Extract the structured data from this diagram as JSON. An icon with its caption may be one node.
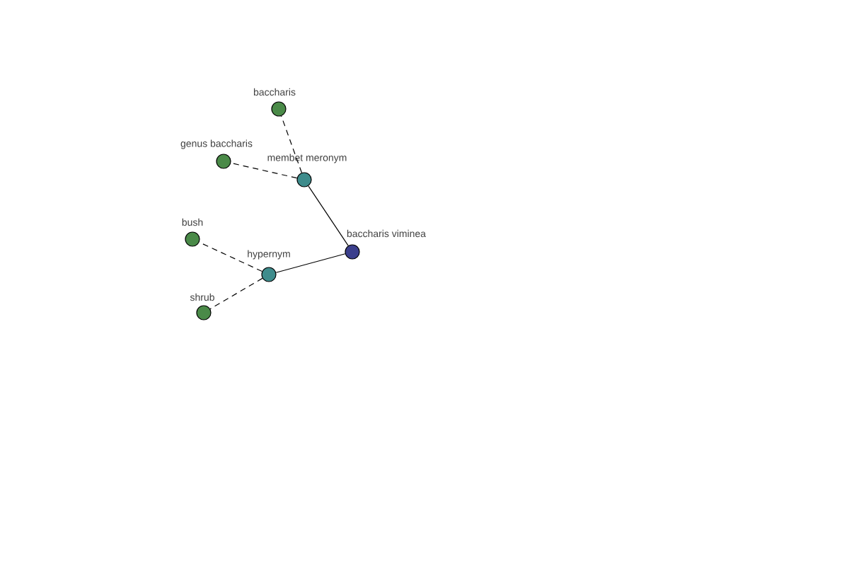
{
  "diagram": {
    "nodes": [
      {
        "text": [
          "baccharis viminea"
        ]
      },
      {
        "text": [
          "membet meronym"
        ]
      },
      {
        "text": [
          "hypernym"
        ]
      },
      {
        "text": [
          "baccharis"
        ]
      },
      {
        "text": [
          "genus baccharis"
        ]
      },
      {
        "text": [
          "bush"
        ]
      },
      {
        "text": [
          "shrub"
        ]
      }
    ],
    "edges": [
      {
        "from": 0,
        "to": 1,
        "arrow": "none"
      },
      {
        "from": 0,
        "to": 2,
        "arrow": "none"
      },
      {
        "from": 1,
        "to": 3,
        "arrow": "none",
        "style": "dashed"
      },
      {
        "from": 1,
        "to": 4,
        "arrow": "none",
        "style": "dashed"
      },
      {
        "from": 2,
        "to": 5,
        "arrow": "none",
        "style": "dashed"
      },
      {
        "from": 2,
        "to": 6,
        "arrow": "none",
        "style": "dashed"
      }
    ]
  }
}
